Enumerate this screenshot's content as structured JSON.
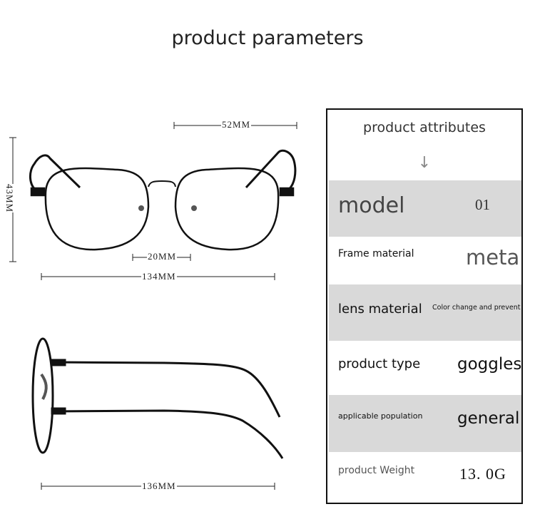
{
  "page": {
    "title": "product parameters"
  },
  "dimensions": {
    "lens_width": "52MM",
    "lens_height": "43MM",
    "bridge": "20MM",
    "frame_width": "134MM",
    "temple_length": "136MM"
  },
  "attributes": {
    "title": "product attributes",
    "arrow": "↓",
    "rows": [
      {
        "label": "model",
        "value": "01"
      },
      {
        "label": "Frame material",
        "value": "metal"
      },
      {
        "label": "lens material",
        "value": "Color change and prevent blue light"
      },
      {
        "label": "product type",
        "value": "goggles"
      },
      {
        "label": "applicable population",
        "value": "general"
      },
      {
        "label": "product Weight",
        "value": "13. 0G"
      }
    ]
  },
  "colors": {
    "row_gray": "#d9d9d9",
    "frame": "#111111"
  }
}
